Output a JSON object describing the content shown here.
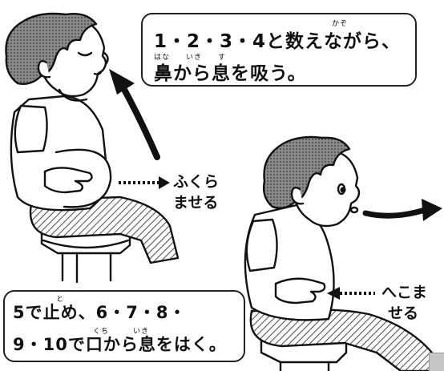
{
  "inhale_bubble": {
    "line1": "1・2・3・4と数えながら、",
    "line1_ruby": "かぞ",
    "line2": "鼻から息を吸う。",
    "line2_ruby": "はな　　いき　　す"
  },
  "exhale_bubble": {
    "line1": "5で止め、6・7・8・",
    "line1_ruby": "と",
    "line2": "9・10で口から息をはく。",
    "line2_ruby": "くち　　　いき"
  },
  "labels": {
    "belly_expand": [
      "ふくら",
      "ませる"
    ],
    "belly_contract": [
      "へこま",
      "せる"
    ]
  },
  "colors": {
    "line": "#111111",
    "hatch": "#7a7a7a"
  }
}
